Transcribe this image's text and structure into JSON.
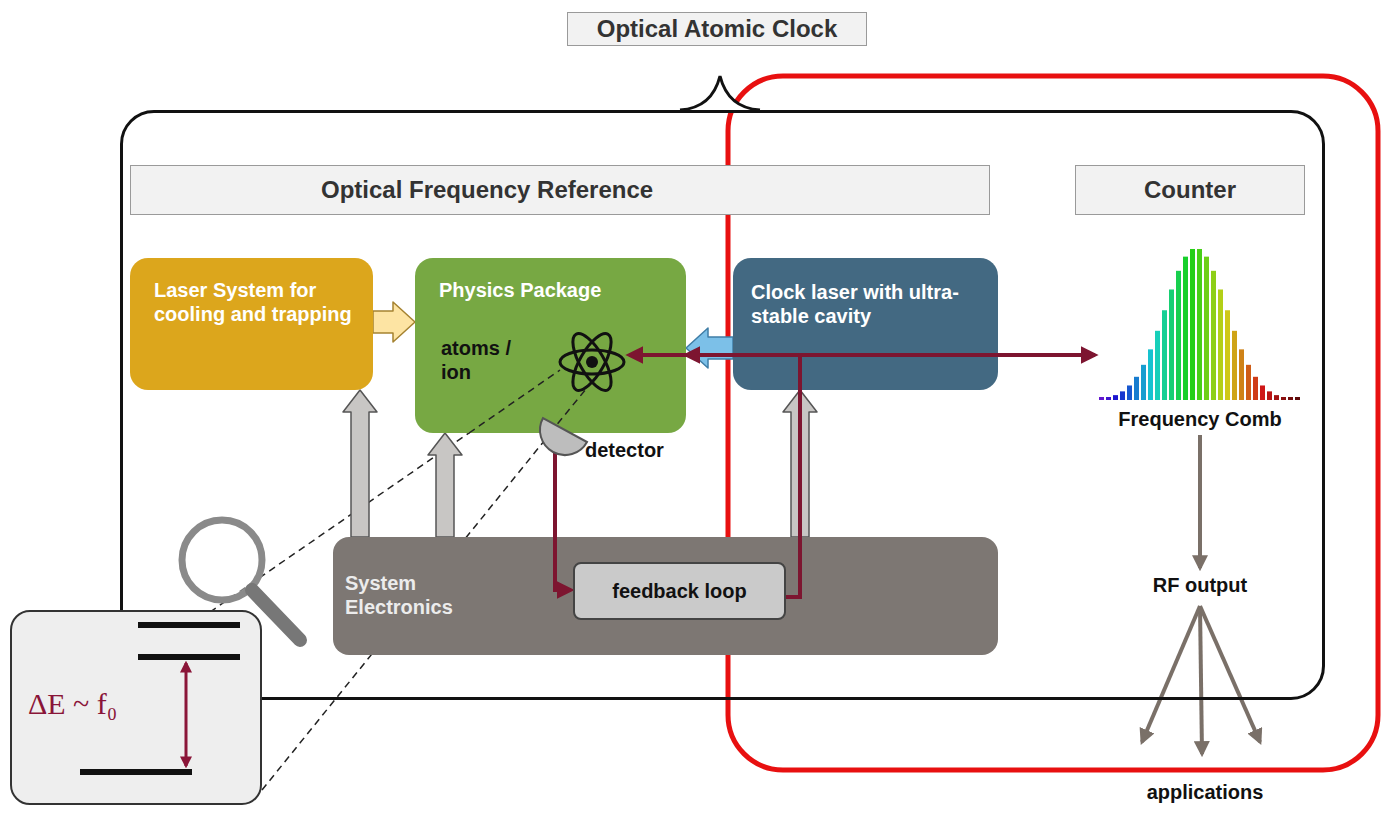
{
  "diagram": {
    "nodes": [
      {
        "text": [
          "Optical Atomic Clock"
        ]
      },
      {
        "text": [
          "Optical Frequency Reference"
        ],
        "in": 0
      },
      {
        "text": [
          "Counter"
        ],
        "in": 0
      },
      {
        "text": [
          "Laser System for cooling and trapping"
        ],
        "in": 0
      },
      {
        "text": [
          "Physics Package",
          "atoms / ion"
        ],
        "in": 0
      },
      {
        "text": [
          "Clock laser with ultra-stable cavity"
        ],
        "in": 0
      },
      {
        "text": [
          "System Electronics"
        ],
        "in": 0
      },
      {
        "text": [
          "feedback loop"
        ],
        "in": 6
      },
      {
        "text": [
          "Frequency Comb"
        ],
        "in": 0
      },
      {
        "text": [
          "RF output"
        ],
        "in": 0
      },
      {
        "text": [
          "ΔE ~ f₀"
        ]
      }
    ],
    "edges": [
      {
        "from": 3,
        "to": 4,
        "arrow": "to"
      },
      {
        "from": 5,
        "to": 4,
        "arrow": "to"
      },
      {
        "from": 4,
        "to": 8,
        "arrow": "both"
      },
      {
        "from": 6,
        "to": 3,
        "arrow": "to"
      },
      {
        "from": 6,
        "to": 4,
        "arrow": "to"
      },
      {
        "from": 6,
        "to": 5,
        "arrow": "to"
      },
      {
        "from": 4,
        "to": 7,
        "arrow": "to"
      },
      {
        "from": 7,
        "to": 5,
        "arrow": "none"
      },
      {
        "from": 8,
        "to": 9,
        "arrow": "to"
      }
    ],
    "labels": [
      "detector",
      "applications"
    ]
  }
}
